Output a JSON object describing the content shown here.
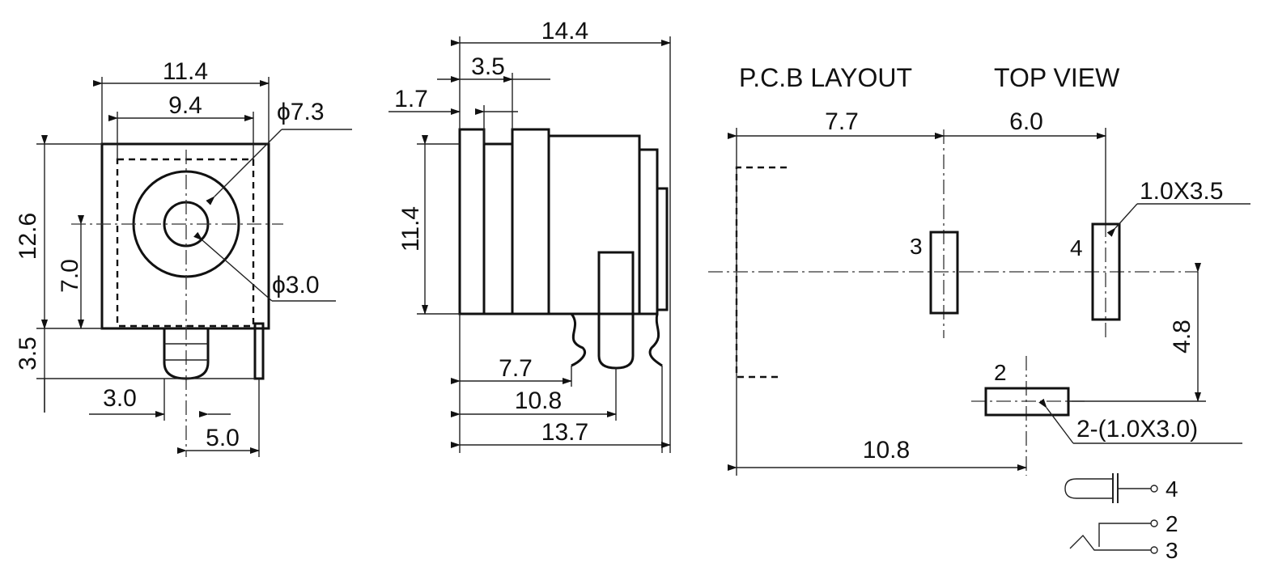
{
  "front_view": {
    "width_outer": "11.4",
    "width_inner": "9.4",
    "hole_outer": "ϕ7.3",
    "hole_inner": "ϕ3.0",
    "height_total": "12.6",
    "height_center": "7.0",
    "pin_length": "3.5",
    "pin_offset": "3.0",
    "pin_spacing": "5.0"
  },
  "side_view": {
    "total_length": "14.4",
    "flange_a": "3.5",
    "flange_b": "1.7",
    "body_height": "11.4",
    "pin_pos_1": "7.7",
    "pin_pos_2": "10.8",
    "pin_pos_3": "13.7"
  },
  "pcb_layout": {
    "title_left": "P.C.B LAYOUT",
    "title_right": "TOP VIEW",
    "dim_7_7": "7.7",
    "dim_6_0": "6.0",
    "dim_10_8": "10.8",
    "dim_4_8": "4.8",
    "pad_large": "1.0X3.5",
    "pad_small": "2-(1.0X3.0)",
    "pin_3": "3",
    "pin_4": "4",
    "pin_2": "2"
  },
  "schematic": {
    "labels": [
      "4",
      "2",
      "3"
    ]
  }
}
